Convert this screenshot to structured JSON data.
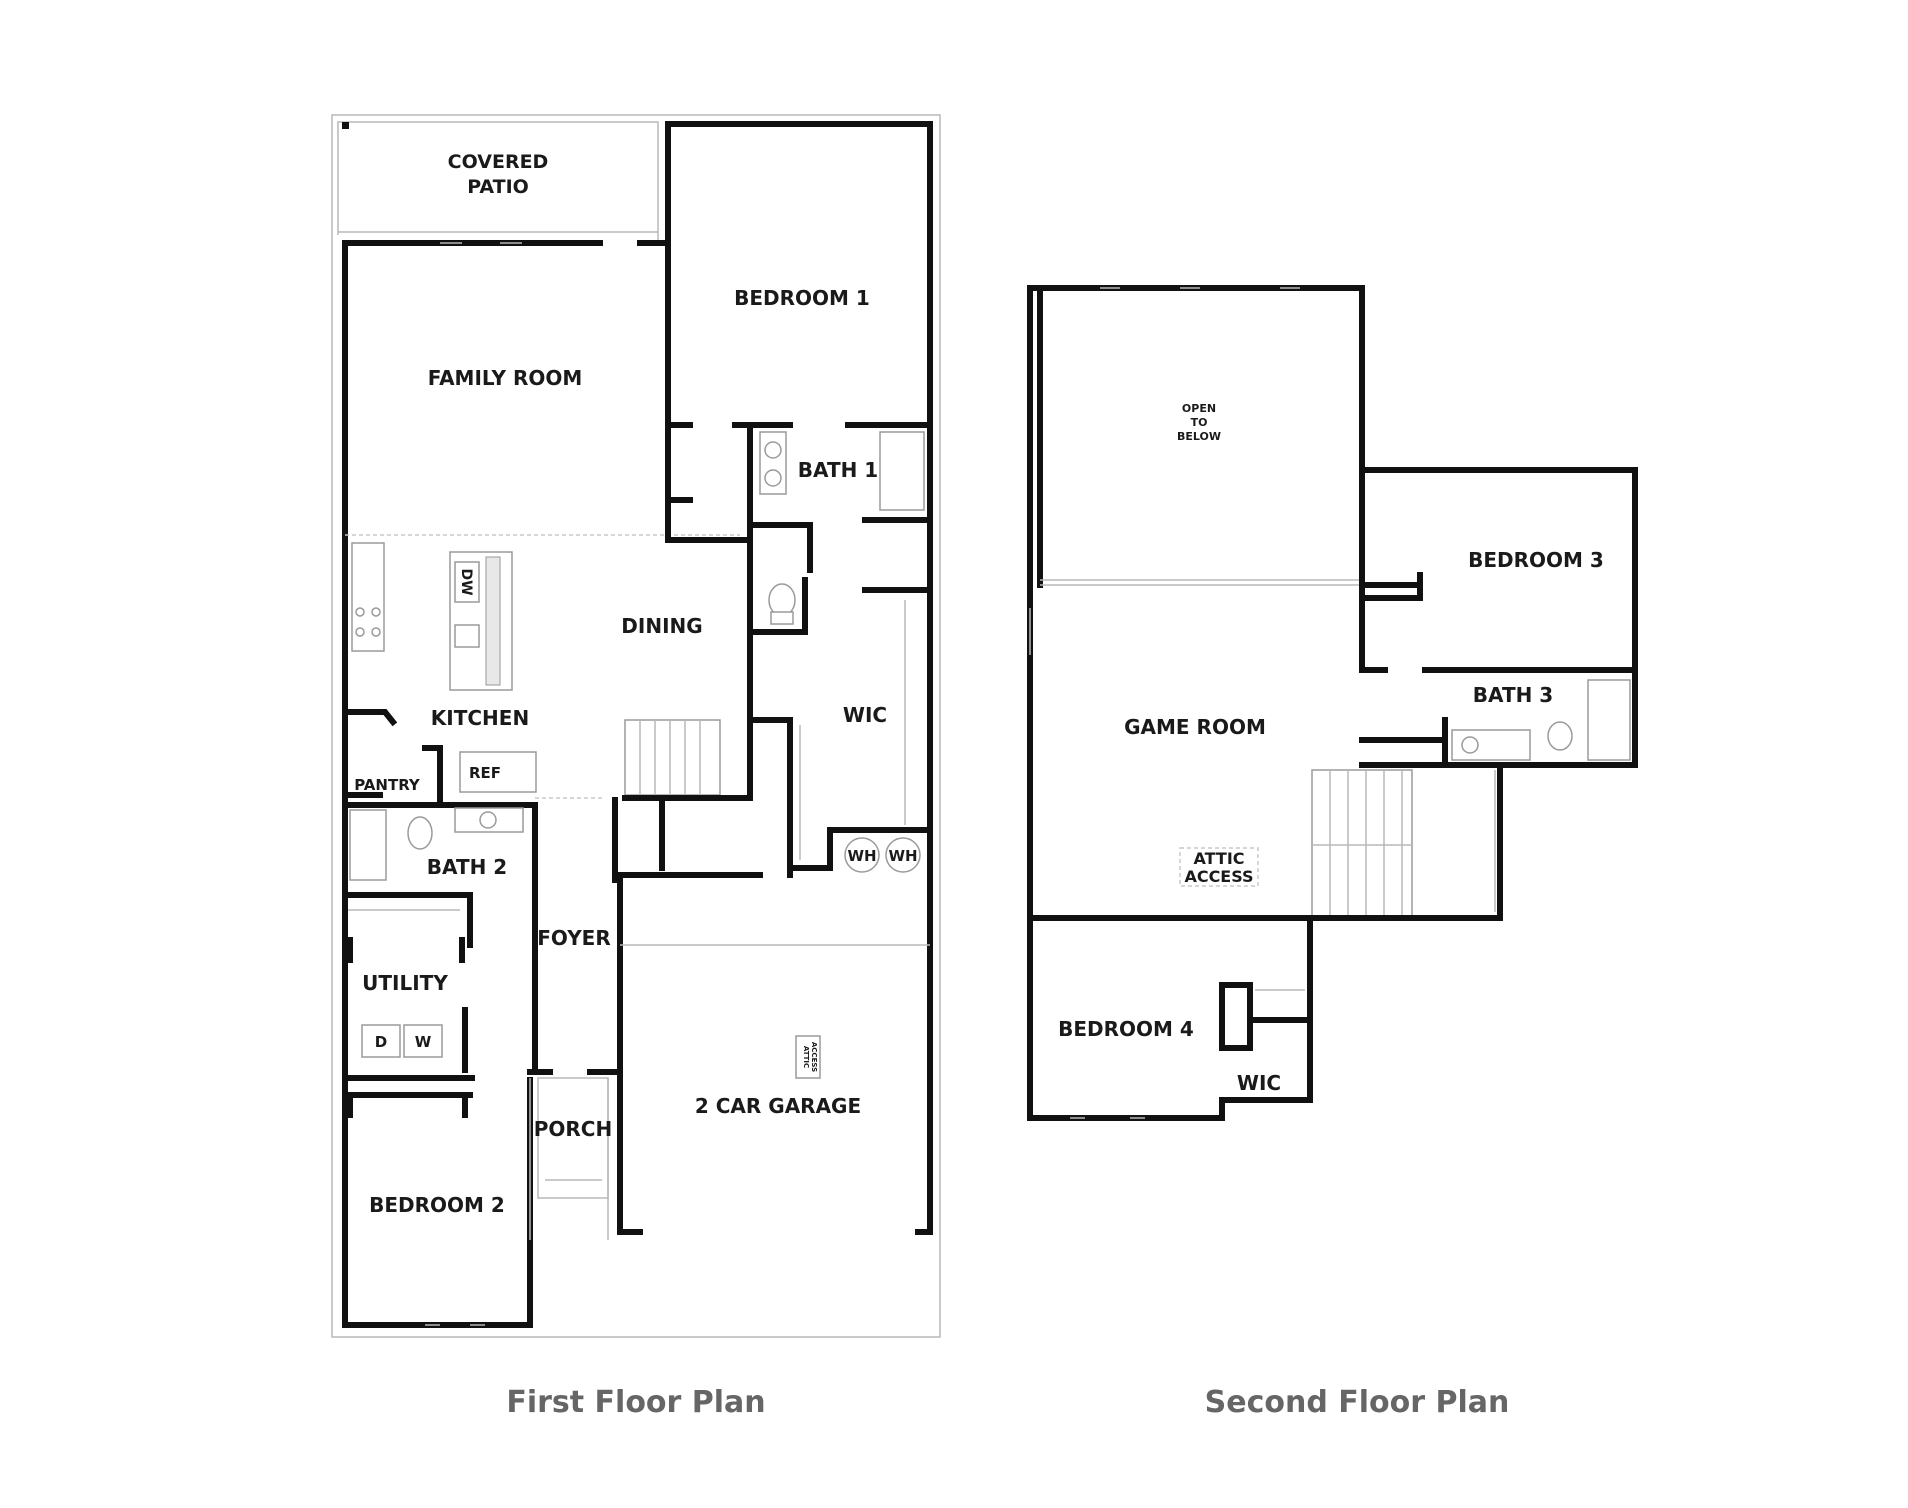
{
  "first_floor": {
    "caption": "First Floor Plan",
    "rooms": {
      "covered_patio_l1": "COVERED",
      "covered_patio_l2": "PATIO",
      "bedroom1": "BEDROOM 1",
      "family_room": "FAMILY ROOM",
      "bath1": "BATH 1",
      "dining": "DINING",
      "kitchen": "KITCHEN",
      "wic": "WIC",
      "pantry": "PANTRY",
      "ref": "REF",
      "dw": "DW",
      "bath2": "BATH 2",
      "wh1": "WH",
      "wh2": "WH",
      "foyer": "FOYER",
      "utility": "UTILITY",
      "dryer": "D",
      "washer": "W",
      "attic_l1": "ATTIC",
      "attic_l2": "ACCESS",
      "porch": "PORCH",
      "garage": "2 CAR GARAGE",
      "bedroom2": "BEDROOM 2"
    }
  },
  "second_floor": {
    "caption": "Second Floor Plan",
    "rooms": {
      "open_l1": "OPEN",
      "open_l2": "TO",
      "open_l3": "BELOW",
      "bedroom3": "BEDROOM 3",
      "bath3": "BATH 3",
      "game_room": "GAME ROOM",
      "attic_l1": "ATTIC",
      "attic_l2": "ACCESS",
      "bedroom4": "BEDROOM 4",
      "wic": "WIC"
    }
  }
}
